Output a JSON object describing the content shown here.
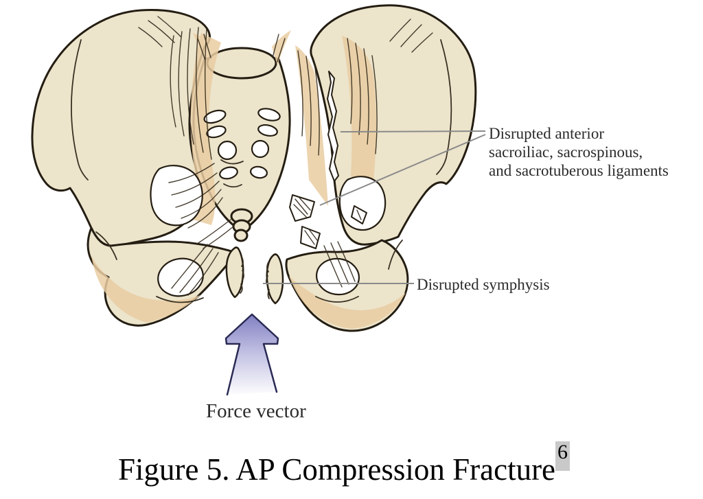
{
  "figure": {
    "labels": {
      "ligaments_line1": "Disrupted anterior",
      "ligaments_line2": "sacroiliac, sacrospinous,",
      "ligaments_line3": "and sacrotuberous ligaments",
      "symphysis": "Disrupted symphysis",
      "force_vector": "Force vector",
      "caption": "Figure 5. AP Compression Fracture",
      "caption_superscript": "6"
    },
    "icons": {
      "force_arrow": "up-block-arrow"
    }
  },
  "colors": {
    "background": "#ffffff",
    "bone": "#ece4cb",
    "bone_shade": "#e9cda2",
    "outline": "#241d12",
    "striation": "#32291a",
    "leader_line": "#8a8a8a",
    "label_text": "#2b2b2b",
    "caption_text": "#000000",
    "arrow_top": "#8280c2",
    "arrow_mid": "#c6c5e5",
    "arrow_bottom": "#ffffff",
    "arrow_outline": "#2a2a55",
    "citation_highlight": "#c9c9c9"
  }
}
